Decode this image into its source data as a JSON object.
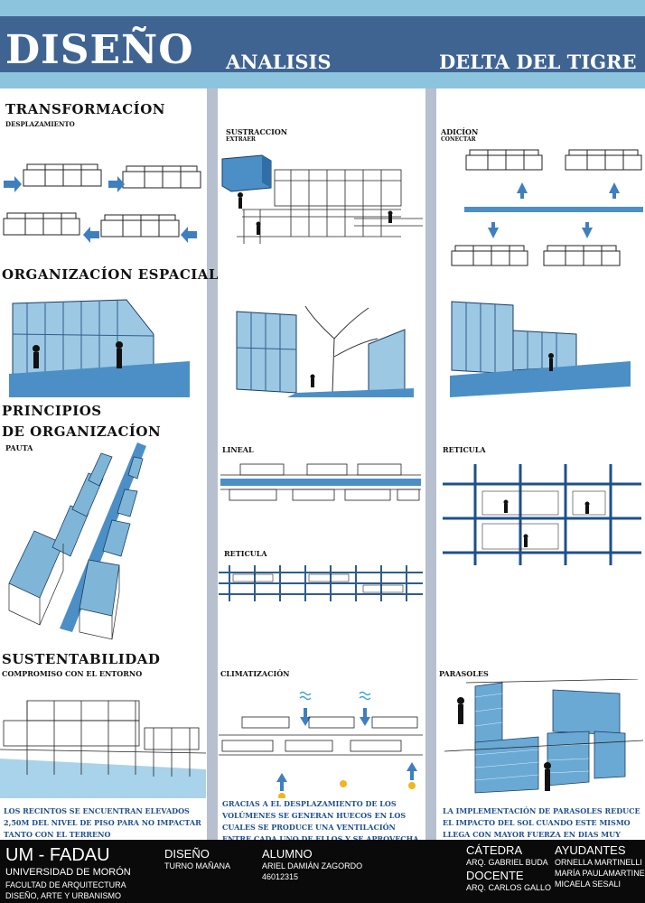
{
  "header": {
    "title": "DISEÑO",
    "subtitle": "ANALISIS",
    "site": "DELTA DEL TIGRE"
  },
  "sections": {
    "transformacion": {
      "title": "TRANSFORMACÍON",
      "sub": "DESPLAZAMIENTO"
    },
    "sustraccion": {
      "title": "SUSTRACCION",
      "sub": "EXTRAER"
    },
    "adicion": {
      "title": "ADICÍON",
      "sub": "CONECTAR"
    },
    "organizacion": {
      "title": "ORGANIZACÍON ESPACIAL"
    },
    "principios": {
      "line1": "PRINCIPIOS",
      "line2": "DE ORGANIZACÍON",
      "sub": "PAUTA"
    },
    "lineal": {
      "title": "LINEAL"
    },
    "reticula_mid": {
      "title": "RETICULA"
    },
    "reticula_right": {
      "title": "RETICULA"
    },
    "sustentabilidad": {
      "title": "SUSTENTABILIDAD",
      "sub": "COMPROMISO CON EL ENTORNO",
      "caption": "LOS RECINTOS SE ENCUENTRAN ELEVADOS 2,50M DEL NIVEL DE PISO PARA NO IMPACTAR TANTO CON EL TERRENO"
    },
    "climatizacion": {
      "title": "CLIMATIZACIÓN",
      "caption": "GRACIAS A EL DESPLAZAMIENTO DE LOS VOLÚMENES SE GENERAN HUECOS EN LOS CUALES SE PRODUCE UNA VENTILACIÓN ENTRE CADA UNO DE ELLOS Y SE APROVECHA LA ENTRADA DEL SOL"
    },
    "parasoles": {
      "title": "PARASOLES",
      "caption": "LA IMPLEMENTACIÓN DE PARASOLES REDUCE EL IMPACTO DEL SOL CUANDO ESTE MISMO LLEGA CON MAYOR FUERZA EN DIAS MUY CALUROSOS"
    }
  },
  "footer": {
    "school": "UM - FADAU",
    "university": "UNIVERSIDAD DE MORÓN",
    "faculty1": "FACULTAD DE ARQUITECTURA",
    "faculty2": "DISEÑO, ARTE Y URBANISMO",
    "course_label": "DISEÑO",
    "course_turn": "TURNO MAÑANA",
    "student_label": "ALUMNO",
    "student_name": "ARIEL DAMIÁN ZAGORDO",
    "student_id": "46012315",
    "chair_label": "CÁTEDRA",
    "chair_name": "ARQ. GABRIEL BUDA",
    "teacher_label": "DOCENTE",
    "teacher_name": "ARQ. CARLOS GALLO",
    "assist_label": "AYUDANTES",
    "assist_1": "ORNELLA MARTINELLI",
    "assist_2": "MARÍA PAULAMARTINEZ",
    "assist_3": "MICAELA SESALI"
  },
  "colors": {
    "accent": "#3f6492",
    "light": "#8cc4dd",
    "water": "#4b8fc6",
    "glass": "#7fb6d8",
    "caption": "#1d4f8f"
  }
}
